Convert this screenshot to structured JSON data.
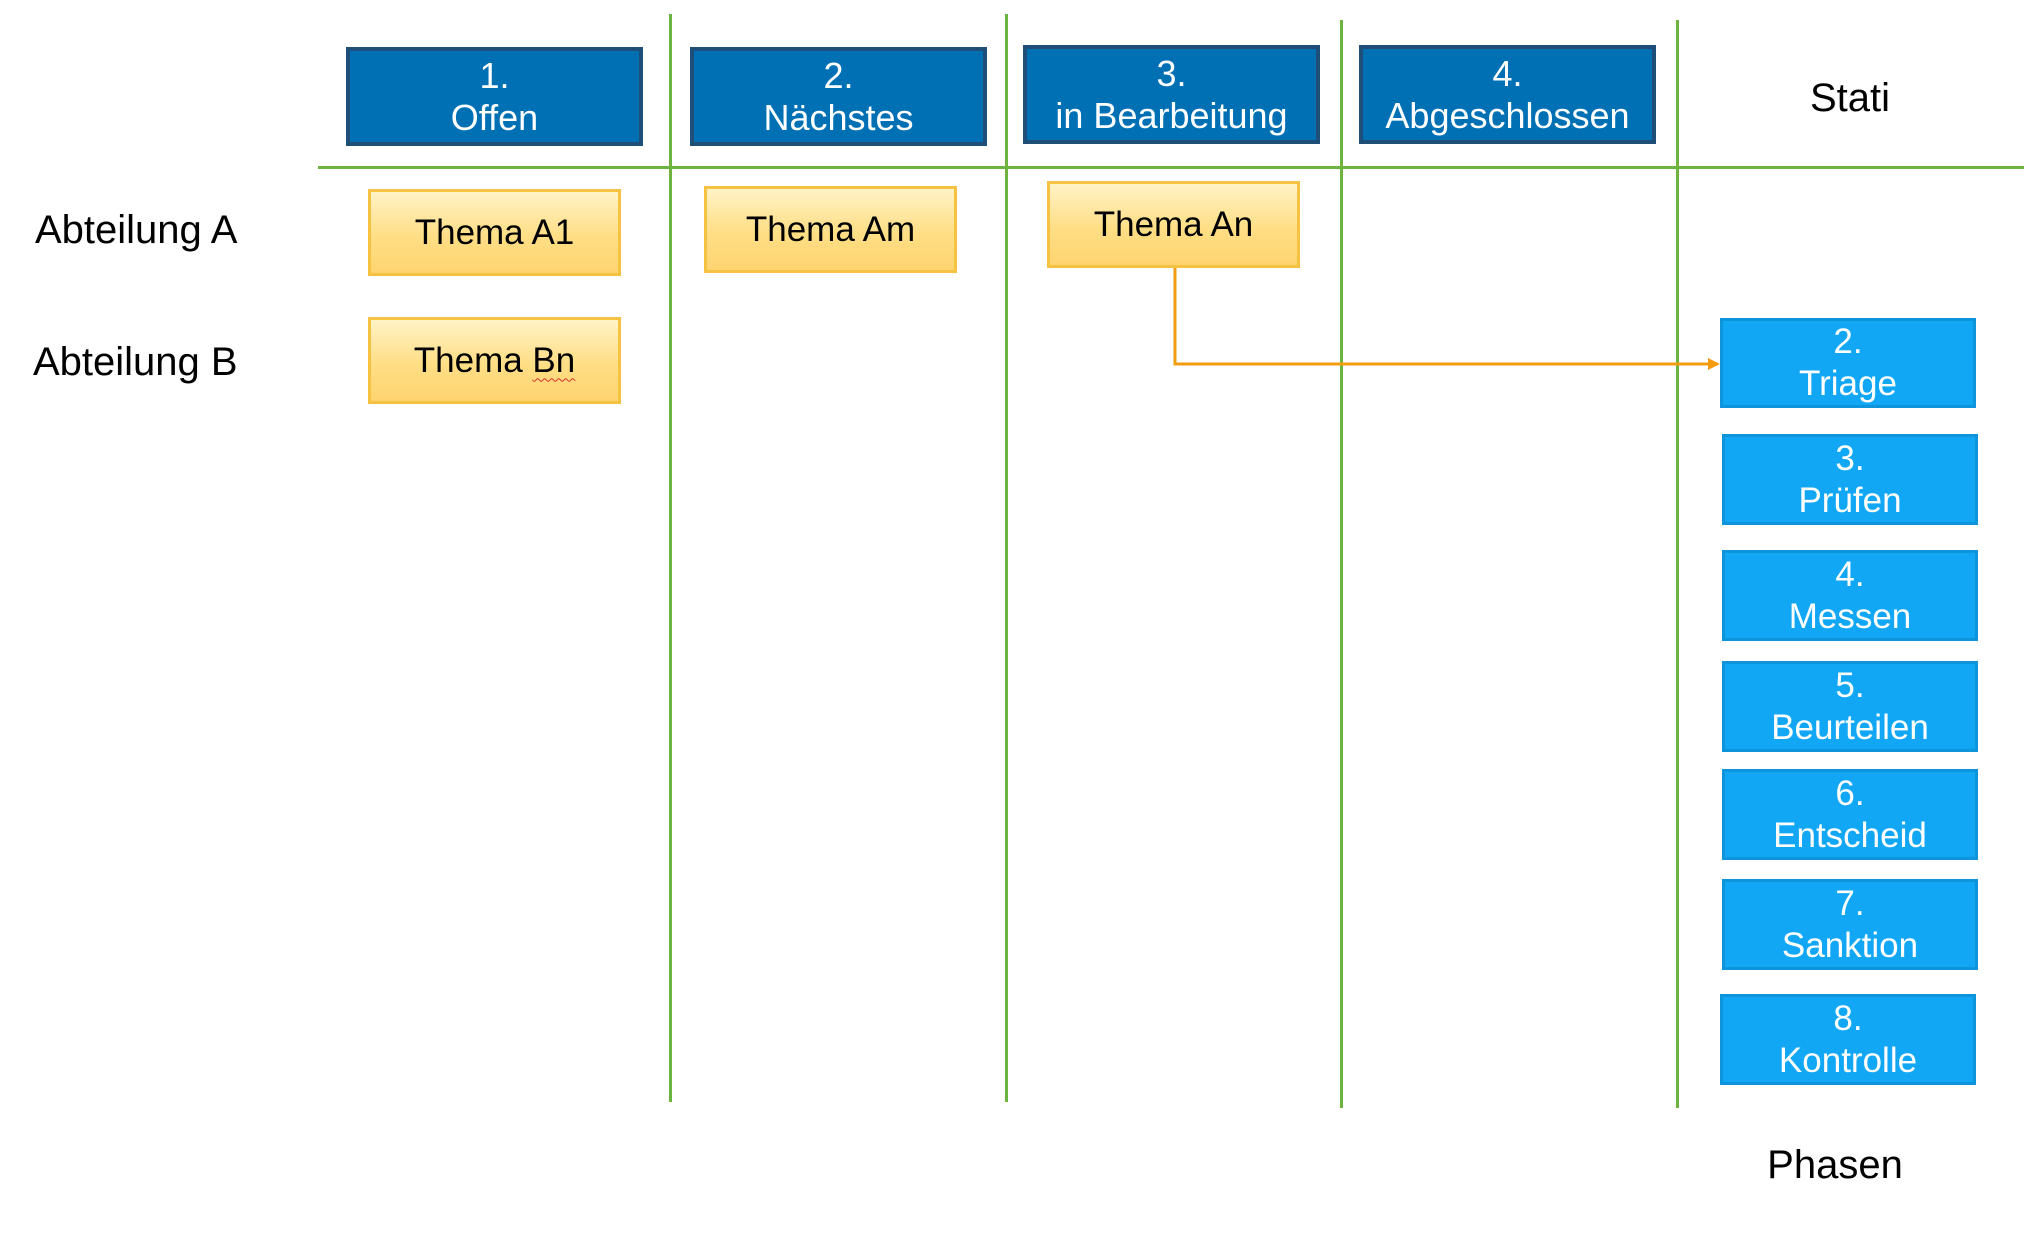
{
  "columns": [
    {
      "num": "1.",
      "label": "Offen"
    },
    {
      "num": "2.",
      "label": "Nächstes"
    },
    {
      "num": "3.",
      "label": "in Bearbeitung"
    },
    {
      "num": "4.",
      "label": "Abgeschlossen"
    }
  ],
  "stati_label": "Stati",
  "rows": [
    {
      "label": "Abteilung A"
    },
    {
      "label": "Abteilung B"
    }
  ],
  "cards": [
    {
      "text": "Thema A1"
    },
    {
      "text": "Thema Am"
    },
    {
      "text": "Thema An"
    },
    {
      "text": "Thema Bn"
    }
  ],
  "phases": [
    {
      "num": "2.",
      "label": "Triage"
    },
    {
      "num": "3.",
      "label": "Prüfen"
    },
    {
      "num": "4.",
      "label": "Messen"
    },
    {
      "num": "5.",
      "label": "Beurteilen"
    },
    {
      "num": "6.",
      "label": "Entscheid"
    },
    {
      "num": "7.",
      "label": "Sanktion"
    },
    {
      "num": "8.",
      "label": "Kontrolle"
    }
  ],
  "phasen_label": "Phasen",
  "colors": {
    "grid": "#6DB33F",
    "column_header": "#0070B5",
    "card": "#FFDE85",
    "phase": "#11A7F5",
    "arrow": "#F39C12"
  }
}
